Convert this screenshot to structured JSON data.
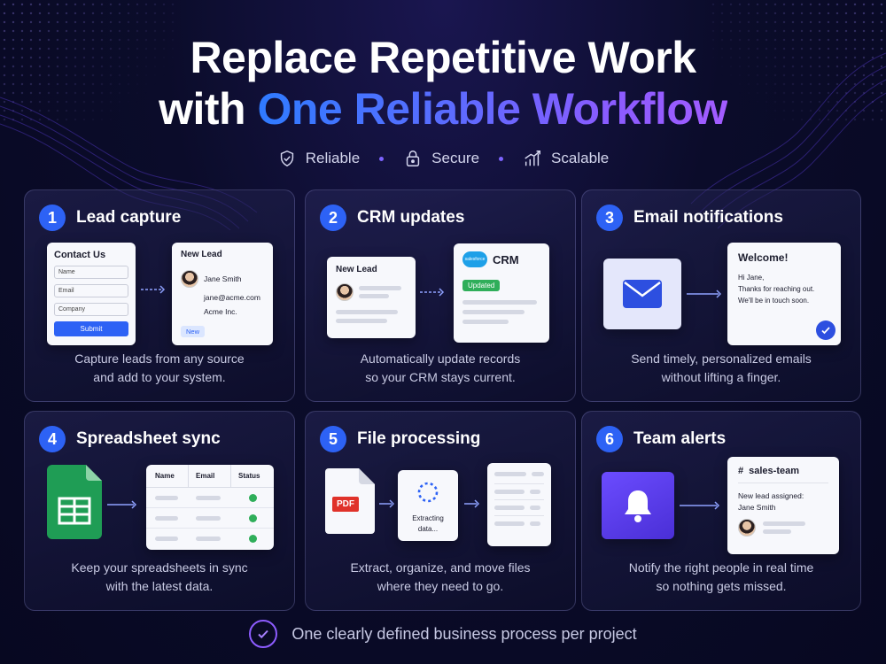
{
  "header": {
    "title_line1": "Replace Repetitive Work",
    "title_line2_prefix": "with ",
    "title_line2_accent": "One Reliable Workflow",
    "badges": [
      {
        "label": "Reliable",
        "icon": "shield-check-icon"
      },
      {
        "label": "Secure",
        "icon": "lock-icon"
      },
      {
        "label": "Scalable",
        "icon": "bar-growth-icon"
      }
    ]
  },
  "colors": {
    "accent_blue": "#2d62f5",
    "accent_purple": "#8d5cff",
    "success_green": "#2fae5a"
  },
  "cards": [
    {
      "number": "1",
      "title": "Lead capture",
      "desc_line1": "Capture leads from any source",
      "desc_line2": "and add to your system.",
      "form": {
        "title": "Contact Us",
        "field_name": "Name",
        "field_email": "Email",
        "field_company": "Company",
        "submit": "Submit"
      },
      "lead": {
        "title": "New Lead",
        "name": "Jane Smith",
        "email": "jane@acme.com",
        "company": "Acme Inc.",
        "tag": "New"
      }
    },
    {
      "number": "2",
      "title": "CRM updates",
      "desc_line1": "Automatically update records",
      "desc_line2": "so your CRM stays current.",
      "lead_title": "New Lead",
      "crm": {
        "logo": "salesforce",
        "label": "CRM",
        "status": "Updated"
      }
    },
    {
      "number": "3",
      "title": "Email notifications",
      "desc_line1": "Send timely, personalized emails",
      "desc_line2": "without lifting a finger.",
      "email": {
        "title": "Welcome!",
        "line1": "Hi Jane,",
        "line2": "Thanks for reaching out.",
        "line3": "We'll be in touch soon."
      }
    },
    {
      "number": "4",
      "title": "Spreadsheet sync",
      "desc_line1": "Keep your spreadsheets in sync",
      "desc_line2": "with the latest data.",
      "sheet": {
        "col1": "Name",
        "col2": "Email",
        "col3": "Status"
      }
    },
    {
      "number": "5",
      "title": "File processing",
      "desc_line1": "Extract, organize, and move files",
      "desc_line2": "where they need to go.",
      "pdf_label": "PDF",
      "extract_line1": "Extracting",
      "extract_line2": "data..."
    },
    {
      "number": "6",
      "title": "Team alerts",
      "desc_line1": "Notify the right people in real time",
      "desc_line2": "so nothing gets missed.",
      "channel": "sales-team",
      "hash": "#",
      "msg_line1": "New lead assigned:",
      "msg_line2": "Jane Smith"
    }
  ],
  "footer": {
    "text": "One clearly defined business process per project"
  }
}
